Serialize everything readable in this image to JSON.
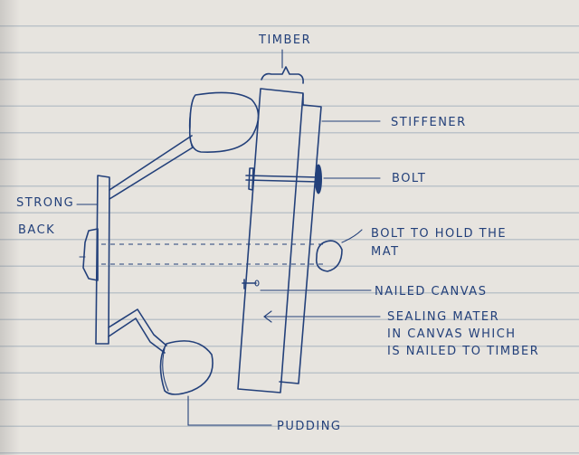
{
  "colors": {
    "ink": "#23407a",
    "paper": "#e7e4df",
    "rule": "#bcc3c9"
  },
  "labels": {
    "timber": "TIMBER",
    "stiffener": "STIFFENER",
    "bolt": "BOLT",
    "strong_back_1": "STRONG",
    "strong_back_2": "BACK",
    "bolt_to_hold_1": "BOLT TO HOLD THE",
    "bolt_to_hold_2": "MAT",
    "nailed_canvas": "NAILED CANVAS",
    "sealing_1": "SEALING MATER",
    "sealing_2": "IN CANVAS WHICH",
    "sealing_3": "IS NAILED TO TIMBER",
    "pudding": "PUDDING"
  }
}
